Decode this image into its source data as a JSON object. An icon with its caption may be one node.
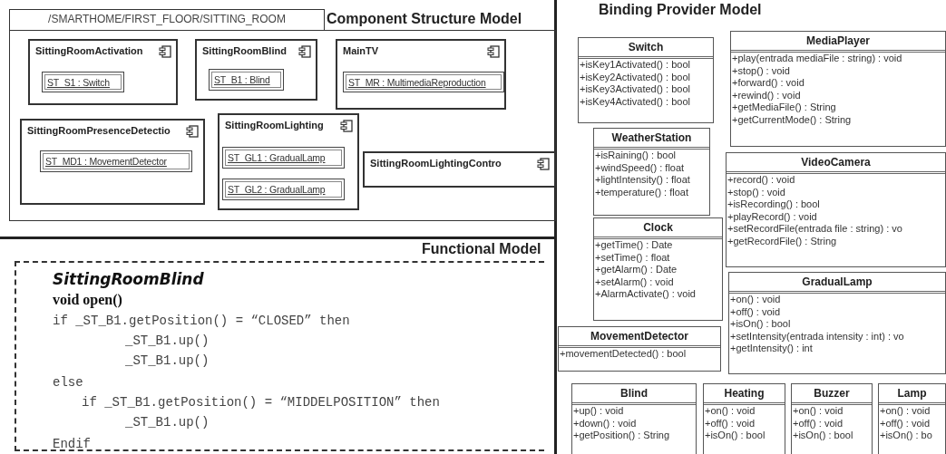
{
  "diagram": {
    "nodes": [
      {
        "text": [
          "/SMARTHOME/FIRST_FLOOR/SITTING_ROOM"
        ]
      },
      {
        "text": [
          "SittingRoomActivation"
        ],
        "in": 0
      },
      {
        "text": [
          "ST_S1 : Switch"
        ],
        "in": 1
      },
      {
        "text": [
          "SittingRoomBlind"
        ],
        "in": 0
      },
      {
        "text": [
          "ST_B1 : Blind"
        ],
        "in": 3
      },
      {
        "text": [
          "MainTV"
        ],
        "in": 0
      },
      {
        "text": [
          "ST_MR : MultimediaReproduction"
        ],
        "in": 5
      },
      {
        "text": [
          "SittingRoomPresenceDetectio"
        ],
        "in": 0
      },
      {
        "text": [
          "ST_MD1 : MovementDetector"
        ],
        "in": 7
      },
      {
        "text": [
          "SittingRoomLighting"
        ],
        "in": 0
      },
      {
        "text": [
          "ST_GL1 : GradualLamp"
        ],
        "in": 9
      },
      {
        "text": [
          "ST_GL2 : GradualLamp"
        ],
        "in": 9
      },
      {
        "text": [
          "SittingRoomLightingContro"
        ],
        "in": 0
      },
      {
        "text": [
          "SittingRoomBlind",
          "void open()",
          "if _ST_B1.getPosition() = “CLOSED” then",
          "_ST_B1.up()",
          "_ST_B1.up()",
          "else",
          "if _ST_B1.getPosition() = “MIDDELPOSITION” then",
          "_ST_B1.up()",
          "Endif"
        ]
      },
      {
        "text": [
          "Switch",
          "+isKey1Activated() : bool",
          "+isKey2Activated() : bool",
          "+isKey3Activated() : bool",
          "+isKey4Activated() : bool"
        ]
      },
      {
        "text": [
          "MediaPlayer",
          "+play(entrada mediaFile : string) : void",
          "+stop() : void",
          "+forward() : void",
          "+rewind() : void",
          "+getMediaFile() : String",
          "+getCurrentMode() : String"
        ]
      },
      {
        "text": [
          "WeatherStation",
          "+isRaining() : bool",
          "+windSpeed() : float",
          "+lightIntensity() : float",
          "+temperature() : float"
        ]
      },
      {
        "text": [
          "VideoCamera",
          "+record() : void",
          "+stop() : void",
          "+isRecording() : bool",
          "+playRecord() : void",
          "+setRecordFile(entrada file : string) : vo",
          "+getRecordFile() : String"
        ]
      },
      {
        "text": [
          "Clock",
          "+getTime() : Date",
          "+setTime() : float",
          "+getAlarm() : Date",
          "+setAlarm() : void",
          "+AlarmActivate() : void"
        ]
      },
      {
        "text": [
          "GradualLamp",
          "+on() : void",
          "+off() : void",
          "+isOn() : bool",
          "+setIntensity(entrada intensity : int) : vo",
          "+getIntensity() : int"
        ]
      },
      {
        "text": [
          "MovementDetector",
          "+movementDetected() : bool"
        ]
      },
      {
        "text": [
          "Blind",
          "+up() : void",
          "+down() : void",
          "+getPosition() : String"
        ]
      },
      {
        "text": [
          "Heating",
          "+on() : void",
          "+off() : void",
          "+isOn() : bool"
        ]
      },
      {
        "text": [
          "Buzzer",
          "+on() : void",
          "+off() : void",
          "+isOn() : bool"
        ]
      },
      {
        "text": [
          "Lamp",
          "+on() : void",
          "+off() : void",
          "+isOn() : bo"
        ]
      }
    ],
    "labels": [
      "Component Structure Model",
      "Binding Provider Model",
      "Functional Model"
    ]
  }
}
